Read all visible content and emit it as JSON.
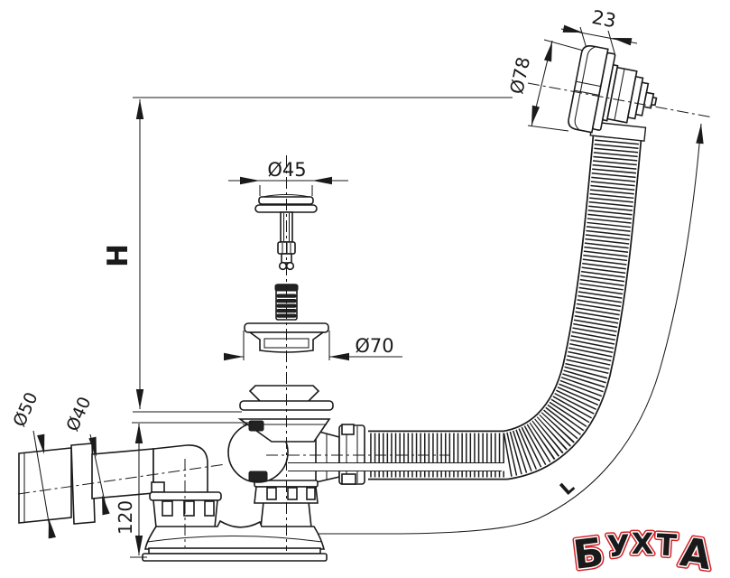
{
  "drawing": {
    "type": "technical-drawing",
    "subject": "bath waste and overflow siphon with flexible hose",
    "labels": {
      "overflow_depth": "23",
      "overflow_diameter": "Ø78",
      "plug_diameter": "Ø45",
      "flange_diameter": "Ø70",
      "outlet_outer": "Ø50",
      "outlet_inner": "Ø40",
      "installation_height": "120",
      "height": "H",
      "hose_length": "L"
    },
    "colors": {
      "line": "#1a1a1a",
      "background": "#ffffff",
      "logo_red": "#d42127",
      "logo_outline": "#ffffff"
    },
    "logo": {
      "text": "БУХТА",
      "letters": [
        "Б",
        "У",
        "Х",
        "Т",
        "А"
      ]
    }
  }
}
